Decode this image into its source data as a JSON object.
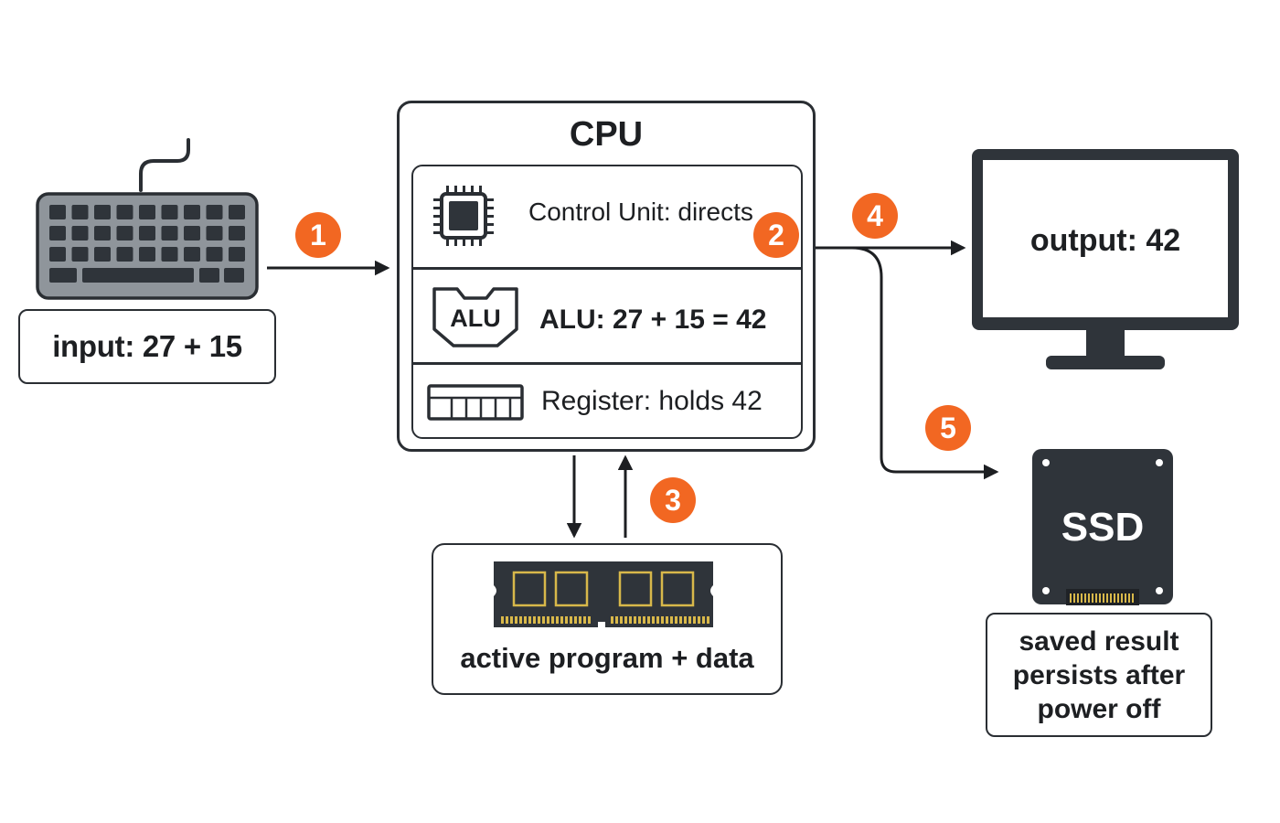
{
  "colors": {
    "ink": "#1d1f22",
    "line": "#2a2e33",
    "accent": "#f26722",
    "device_dark": "#2f343a",
    "keyboard_body": "#8f959b",
    "chip_gold": "#d8b84a"
  },
  "icons": [
    "keyboard-icon",
    "chip-icon",
    "alu-icon",
    "register-icon",
    "ram-module-icon",
    "monitor-icon",
    "ssd-icon"
  ],
  "input": {
    "label": "input: 27 + 15"
  },
  "cpu": {
    "title": "CPU",
    "control_unit": "Control Unit: directs",
    "alu_badge": "ALU",
    "alu": "ALU: 27 + 15 = 42",
    "register": "Register: holds 42"
  },
  "monitor": {
    "label": "output: 42"
  },
  "ram": {
    "label": "active program + data"
  },
  "ssd": {
    "badge": "SSD",
    "label_lines": [
      "saved result",
      "persists after",
      "power off"
    ]
  },
  "steps": [
    "1",
    "2",
    "3",
    "4",
    "5"
  ]
}
